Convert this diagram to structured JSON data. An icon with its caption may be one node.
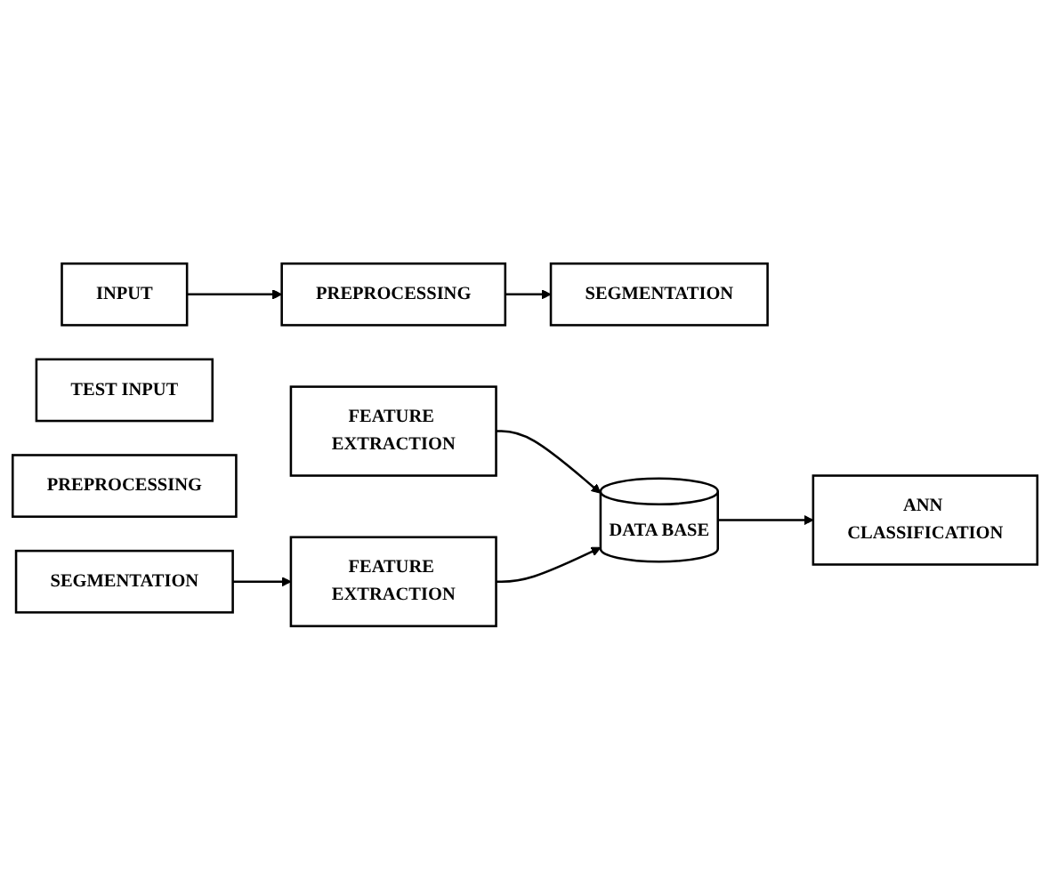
{
  "diagram": {
    "nodes": [
      {
        "text": [
          "INPUT"
        ]
      },
      {
        "text": [
          "PREPROCESSING"
        ]
      },
      {
        "text": [
          "SEGMENTATION"
        ]
      },
      {
        "text": [
          "ANN CLASSIFICATION"
        ]
      },
      {
        "text": [
          "DATA BASE"
        ]
      },
      {
        "text": [
          "FEATURE EXTRACTION"
        ]
      },
      {
        "text": [
          "TEST INPUT"
        ]
      },
      {
        "text": [
          "PREPROCESSING"
        ]
      },
      {
        "text": [
          "SEGMENTATION"
        ]
      },
      {
        "text": [
          "FEATURE EXTRACTION"
        ]
      }
    ],
    "edges": [
      {
        "from": 0,
        "to": 1,
        "arrow": "to"
      },
      {
        "from": 1,
        "to": 2,
        "arrow": "to"
      },
      {
        "from": 5,
        "to": 4,
        "arrow": "to"
      },
      {
        "from": 4,
        "to": 3,
        "arrow": "to"
      },
      {
        "from": 8,
        "to": 9,
        "arrow": "to"
      },
      {
        "from": 9,
        "to": 4,
        "arrow": "to"
      }
    ]
  }
}
